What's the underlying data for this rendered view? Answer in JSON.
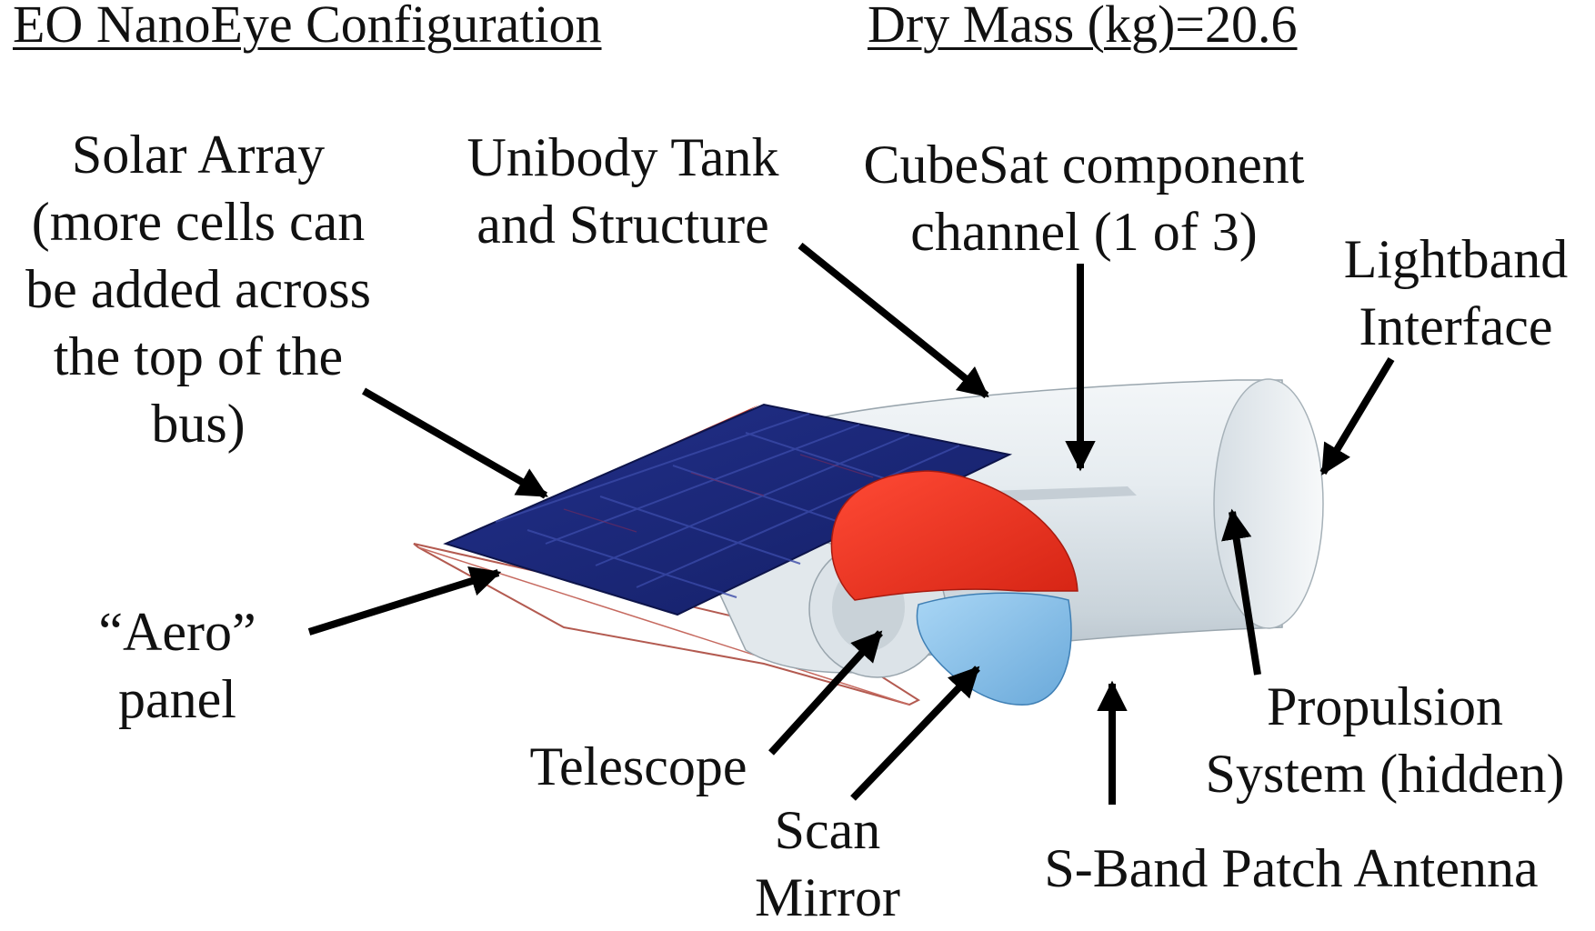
{
  "header": {
    "title_left": "EO NanoEye Configuration",
    "title_right": "Dry Mass (kg)=20.6"
  },
  "labels": {
    "solar_array": [
      "Solar Array",
      "(more cells can",
      "be added across",
      "the top of the",
      "bus)"
    ],
    "unibody_tank": [
      "Unibody Tank",
      "and Structure"
    ],
    "cubesat_channel": [
      "CubeSat component",
      "channel (1 of 3)"
    ],
    "lightband": [
      "Lightband",
      "Interface"
    ],
    "aero_panel": [
      "“Aero”",
      "panel"
    ],
    "telescope": [
      "Telescope"
    ],
    "scan_mirror": [
      "Scan",
      "Mirror"
    ],
    "propulsion": [
      "Propulsion",
      "System (hidden)"
    ],
    "s_band": [
      "S-Band Patch Antenna"
    ]
  },
  "colors": {
    "solar_panel": "#1c2a78",
    "solar_grid": "#3a4aa8",
    "bus_body": "#dfe6ec",
    "red_cover": "#e52d1e",
    "mirror_blue": "#8ec3ea",
    "aero_red": "#c83a2a"
  }
}
